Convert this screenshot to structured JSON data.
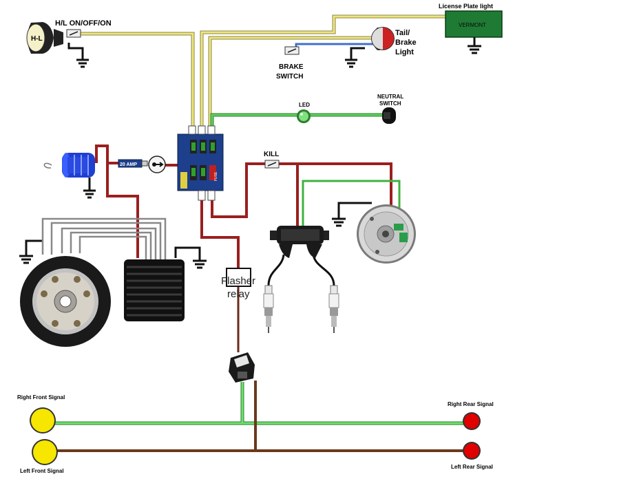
{
  "labels": {
    "headlight_switch": "H/L ON/OFF/ON",
    "headlight_face": "H-L",
    "license_plate_light": "License Plate light",
    "license_plate_text": "VERMONT",
    "tail_line1": "Tail/",
    "tail_line2": "Brake",
    "tail_line3": "Light",
    "brake_line1": "BRAKE",
    "brake_line2": "SWITCH",
    "led": "LED",
    "neutral_line1": "NEUTRAL",
    "neutral_line2": "SWITCH",
    "fuse": "20 AMP",
    "kill": "KILL",
    "flasher_line1": "Flasher",
    "flasher_line2": "relay",
    "right_front_signal": "Right Front Signal",
    "left_front_signal": "Left Front Signal",
    "right_rear_signal": "Right Rear Signal",
    "left_rear_signal": "Left Rear Signal",
    "fusebox_label": "FUSE"
  },
  "colors": {
    "yellow_wire": "#efe67a",
    "blue_wire": "#3f6fd0",
    "green_wire": "#3fb23f",
    "red_wire": "#9a1f1f",
    "brown_wire": "#6b3a1a",
    "gray_wire": "#8a8a8a",
    "black_wire": "#111111",
    "signal_yellow": "#f6e600",
    "signal_red": "#e00000",
    "plate_green": "#1f7a34",
    "fusebox_blue": "#1d3f8c"
  },
  "icons": {
    "headlight": "headlight-icon",
    "taillight": "taillight-icon",
    "ground": "ground-icon",
    "battery": "battery-coil-icon",
    "key": "ignition-key-icon",
    "stator": "stator-icon",
    "regulator": "regulator-rectifier-icon",
    "ignition_coil": "ignition-coil-icon",
    "spark_plug": "spark-plug-icon",
    "pickup": "ignition-pickup-icon",
    "flasher": "flasher-relay-icon",
    "turn_switch": "turn-signal-switch-icon"
  }
}
